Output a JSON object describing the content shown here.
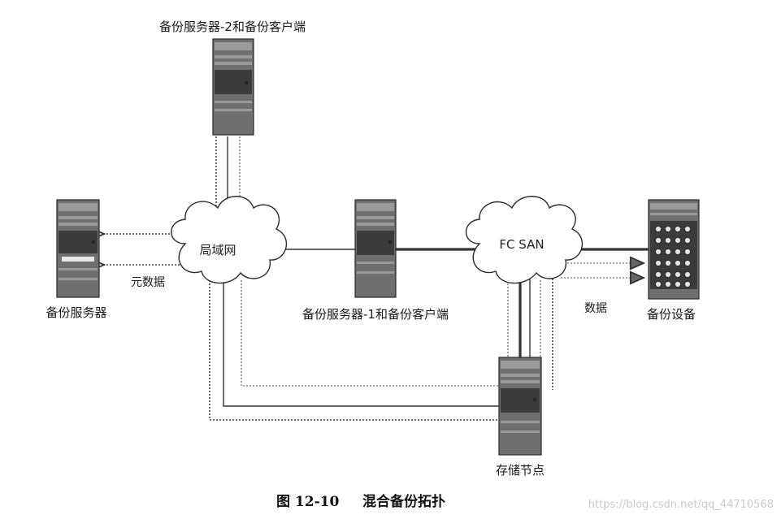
{
  "nodes": {
    "server2": {
      "label": "备份服务器-2和备份客户端"
    },
    "backup_server": {
      "label": "备份服务器"
    },
    "server1": {
      "label": "备份服务器-1和备份客户端"
    },
    "storage_node": {
      "label": "存储节点"
    },
    "backup_device": {
      "label": "备份设备"
    }
  },
  "clouds": {
    "lan": {
      "label": "局域网"
    },
    "san": {
      "label": "FC SAN"
    }
  },
  "edge_labels": {
    "metadata": "元数据",
    "data": "数据"
  },
  "caption": {
    "figure": "图 12-10",
    "title": "混合备份拓扑"
  },
  "watermark": "https://blog.csdn.net/qq_44710568",
  "colors": {
    "server_body": "#6f6f6f",
    "line": "#333333",
    "background": "#ffffff"
  }
}
